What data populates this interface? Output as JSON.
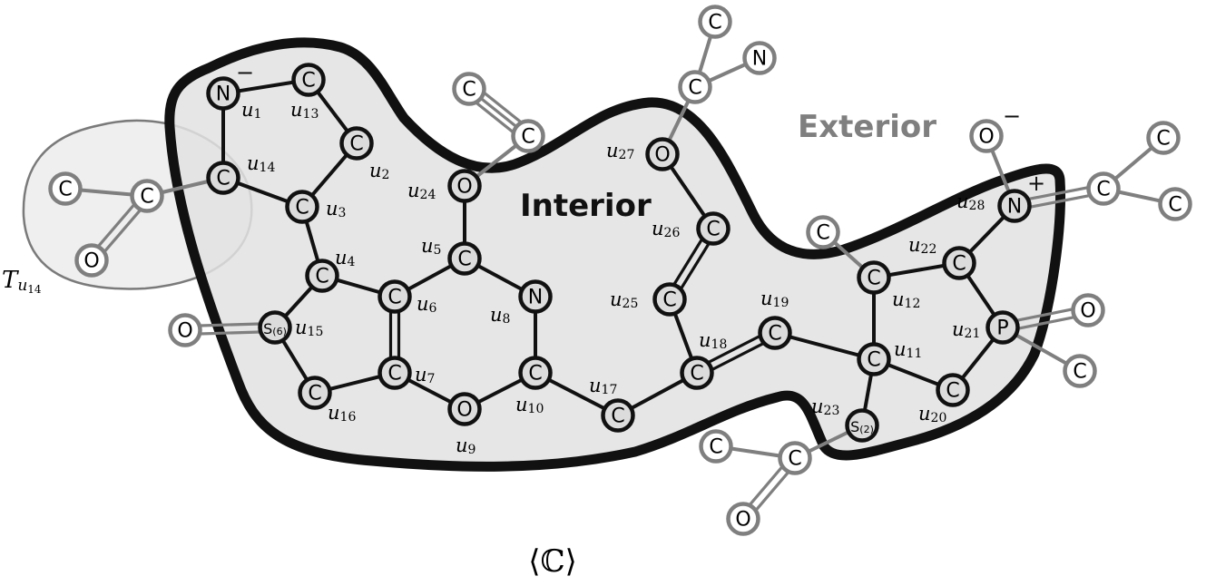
{
  "regions": {
    "interior_label": "Interior",
    "exterior_label": "Exterior",
    "subtree_label_main": "T",
    "subtree_label_sub": "u",
    "subtree_label_subsub": "14"
  },
  "caption": "⟨ℂ⟩",
  "colors": {
    "interior_fill": "#e2e2e2",
    "boundary": "#111111",
    "interior_atom_stroke": "#111111",
    "exterior_atom_stroke": "#7f7f7f",
    "exterior_label": "#7f7f7f",
    "subtree_fill": "#e8e8e8"
  },
  "atoms": [
    {
      "id": "u1",
      "element": "N",
      "charge": "−",
      "label": "u",
      "sub": "1",
      "region": "interior"
    },
    {
      "id": "u2",
      "element": "C",
      "label": "u",
      "sub": "2",
      "region": "interior"
    },
    {
      "id": "u3",
      "element": "C",
      "label": "u",
      "sub": "3",
      "region": "interior"
    },
    {
      "id": "u4",
      "element": "C",
      "label": "u",
      "sub": "4",
      "region": "interior"
    },
    {
      "id": "u5",
      "element": "C",
      "label": "u",
      "sub": "5",
      "region": "interior"
    },
    {
      "id": "u6",
      "element": "C",
      "label": "u",
      "sub": "6",
      "region": "interior"
    },
    {
      "id": "u7",
      "element": "C",
      "label": "u",
      "sub": "7",
      "region": "interior"
    },
    {
      "id": "u8",
      "element": "N",
      "label": "u",
      "sub": "8",
      "region": "interior"
    },
    {
      "id": "u9",
      "element": "O",
      "label": "u",
      "sub": "9",
      "region": "interior"
    },
    {
      "id": "u10",
      "element": "C",
      "label": "u",
      "sub": "10",
      "region": "interior"
    },
    {
      "id": "u11",
      "element": "C",
      "label": "u",
      "sub": "11",
      "region": "interior"
    },
    {
      "id": "u12",
      "element": "C",
      "label": "u",
      "sub": "12",
      "region": "interior"
    },
    {
      "id": "u13",
      "element": "C",
      "label": "u",
      "sub": "13",
      "region": "interior"
    },
    {
      "id": "u14",
      "element": "C",
      "label": "u",
      "sub": "14",
      "region": "interior"
    },
    {
      "id": "u15",
      "element": "S(6)",
      "label": "u",
      "sub": "15",
      "region": "interior"
    },
    {
      "id": "u16",
      "element": "C",
      "label": "u",
      "sub": "16",
      "region": "interior"
    },
    {
      "id": "u17",
      "element": "C",
      "label": "u",
      "sub": "17",
      "region": "interior"
    },
    {
      "id": "u18",
      "element": "C",
      "label": "u",
      "sub": "18",
      "region": "interior"
    },
    {
      "id": "u19",
      "element": "C",
      "label": "u",
      "sub": "19",
      "region": "interior"
    },
    {
      "id": "u20",
      "element": "C",
      "label": "u",
      "sub": "20",
      "region": "interior"
    },
    {
      "id": "u21",
      "element": "P",
      "label": "u",
      "sub": "21",
      "region": "interior"
    },
    {
      "id": "u22",
      "element": "C",
      "label": "u",
      "sub": "22",
      "region": "interior"
    },
    {
      "id": "u23",
      "element": "S(2)",
      "label": "u",
      "sub": "23",
      "region": "interior"
    },
    {
      "id": "u24",
      "element": "O",
      "label": "u",
      "sub": "24",
      "region": "interior"
    },
    {
      "id": "u25",
      "element": "C",
      "label": "u",
      "sub": "25",
      "region": "interior"
    },
    {
      "id": "u26",
      "element": "C",
      "label": "u",
      "sub": "26",
      "region": "interior"
    },
    {
      "id": "u27",
      "element": "O",
      "label": "u",
      "sub": "27",
      "region": "interior"
    },
    {
      "id": "u28",
      "element": "N",
      "charge": "+",
      "label": "u",
      "sub": "28",
      "region": "interior"
    },
    {
      "id": "x1",
      "element": "C",
      "region": "exterior"
    },
    {
      "id": "x2",
      "element": "C",
      "region": "exterior"
    },
    {
      "id": "x3",
      "element": "O",
      "region": "exterior"
    },
    {
      "id": "x4",
      "element": "O",
      "region": "exterior"
    },
    {
      "id": "x5",
      "element": "C",
      "region": "exterior"
    },
    {
      "id": "x6",
      "element": "C",
      "region": "exterior"
    },
    {
      "id": "x7",
      "element": "C",
      "region": "exterior"
    },
    {
      "id": "x8",
      "element": "C",
      "region": "exterior"
    },
    {
      "id": "x9",
      "element": "N",
      "region": "exterior"
    },
    {
      "id": "x10",
      "element": "O",
      "charge": "−",
      "region": "exterior"
    },
    {
      "id": "x11",
      "element": "C",
      "region": "exterior"
    },
    {
      "id": "x12",
      "element": "C",
      "region": "exterior"
    },
    {
      "id": "x13",
      "element": "C",
      "region": "exterior"
    },
    {
      "id": "x14",
      "element": "C",
      "region": "exterior"
    },
    {
      "id": "x15",
      "element": "O",
      "region": "exterior"
    },
    {
      "id": "x16",
      "element": "C",
      "region": "exterior"
    },
    {
      "id": "x17",
      "element": "C",
      "region": "exterior"
    },
    {
      "id": "x18",
      "element": "C",
      "region": "exterior"
    },
    {
      "id": "x19",
      "element": "O",
      "region": "exterior"
    }
  ],
  "bonds": [
    {
      "a": "u1",
      "b": "u13",
      "order": 1
    },
    {
      "a": "u13",
      "b": "u2",
      "order": 1
    },
    {
      "a": "u2",
      "b": "u3",
      "order": 1
    },
    {
      "a": "u3",
      "b": "u14",
      "order": 1
    },
    {
      "a": "u14",
      "b": "u1",
      "order": 1
    },
    {
      "a": "u3",
      "b": "u4",
      "order": 1
    },
    {
      "a": "u4",
      "b": "u15",
      "order": 1
    },
    {
      "a": "u15",
      "b": "u16",
      "order": 1
    },
    {
      "a": "u16",
      "b": "u7",
      "order": 1
    },
    {
      "a": "u7",
      "b": "u6",
      "order": 2
    },
    {
      "a": "u6",
      "b": "u4",
      "order": 1
    },
    {
      "a": "u6",
      "b": "u5",
      "order": 1
    },
    {
      "a": "u5",
      "b": "u8",
      "order": 1
    },
    {
      "a": "u8",
      "b": "u10",
      "order": 1
    },
    {
      "a": "u10",
      "b": "u9",
      "order": 1
    },
    {
      "a": "u9",
      "b": "u7",
      "order": 1
    },
    {
      "a": "u5",
      "b": "u24",
      "order": 1
    },
    {
      "a": "u10",
      "b": "u17",
      "order": 1
    },
    {
      "a": "u17",
      "b": "u18",
      "order": 1
    },
    {
      "a": "u18",
      "b": "u25",
      "order": 1
    },
    {
      "a": "u25",
      "b": "u26",
      "order": 2
    },
    {
      "a": "u26",
      "b": "u27",
      "order": 1
    },
    {
      "a": "u18",
      "b": "u19",
      "order": 2
    },
    {
      "a": "u19",
      "b": "u11",
      "order": 1
    },
    {
      "a": "u11",
      "b": "u12",
      "order": 1
    },
    {
      "a": "u12",
      "b": "u22",
      "order": 1
    },
    {
      "a": "u22",
      "b": "u21",
      "order": 1
    },
    {
      "a": "u21",
      "b": "u20",
      "order": 1
    },
    {
      "a": "u20",
      "b": "u11",
      "order": 1
    },
    {
      "a": "u11",
      "b": "u23",
      "order": 1
    },
    {
      "a": "u22",
      "b": "u28",
      "order": 1
    },
    {
      "a": "u14",
      "b": "x2",
      "order": 1
    },
    {
      "a": "x2",
      "b": "x1",
      "order": 1
    },
    {
      "a": "x2",
      "b": "x3",
      "order": 2
    },
    {
      "a": "u15",
      "b": "x4",
      "order": 2
    },
    {
      "a": "u24",
      "b": "x6",
      "order": 1
    },
    {
      "a": "x6",
      "b": "x5",
      "order": 3
    },
    {
      "a": "u27",
      "b": "x7",
      "order": 1
    },
    {
      "a": "x7",
      "b": "x8",
      "order": 1
    },
    {
      "a": "x7",
      "b": "x9",
      "order": 1
    },
    {
      "a": "u28",
      "b": "x10",
      "order": 1
    },
    {
      "a": "u28",
      "b": "x11",
      "order": 2
    },
    {
      "a": "x11",
      "b": "x12",
      "order": 1
    },
    {
      "a": "x11",
      "b": "x13",
      "order": 1
    },
    {
      "a": "u12",
      "b": "x14",
      "order": 1
    },
    {
      "a": "u21",
      "b": "x15",
      "order": 2
    },
    {
      "a": "u21",
      "b": "x16",
      "order": 1
    },
    {
      "a": "u23",
      "b": "x17",
      "order": 1
    },
    {
      "a": "x17",
      "b": "x18",
      "order": 1
    },
    {
      "a": "x17",
      "b": "x19",
      "order": 2
    }
  ]
}
